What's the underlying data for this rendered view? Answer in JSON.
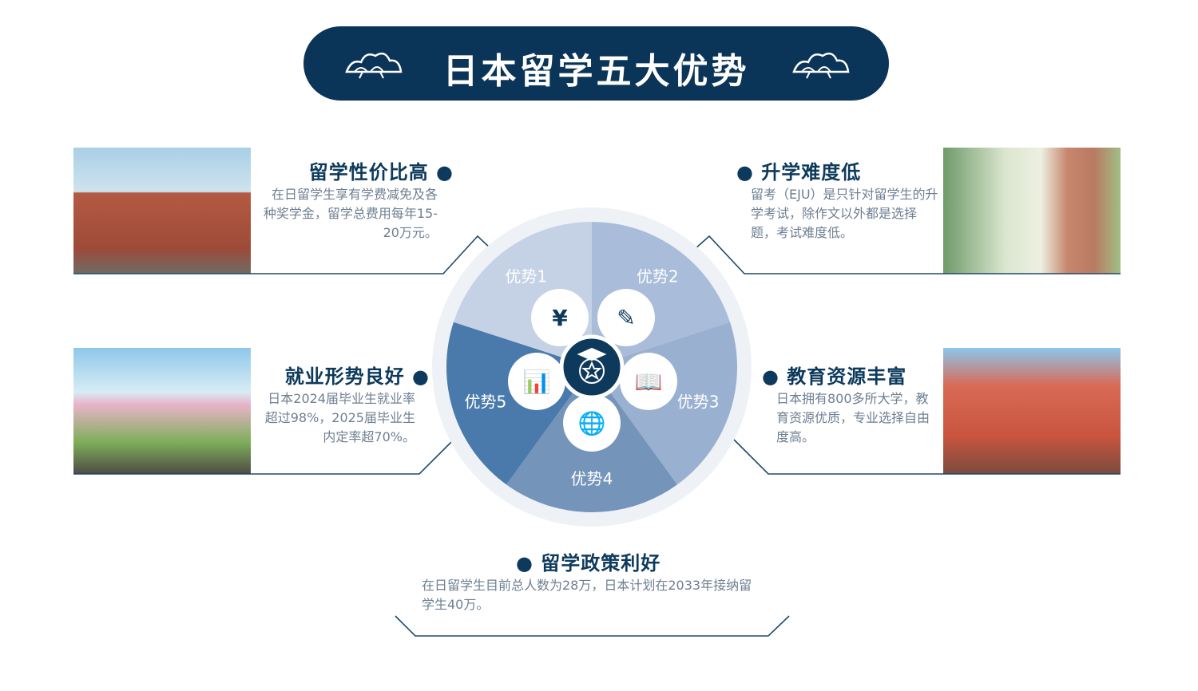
{
  "title": "日本留学五大优势",
  "advantages": [
    {
      "label": "优势1",
      "title": "留学性价比高",
      "desc": "在日留学生享有学费减免及各种奖学金，留学总费用每年15-20万元。",
      "icon": "wallet-yen-icon"
    },
    {
      "label": "优势2",
      "title": "升学难度低",
      "desc": "留考（EJU）是只针对留学生的升学考试，除作文以外都是选择题，考试难度低。",
      "icon": "document-pen-icon"
    },
    {
      "label": "优势3",
      "title": "教育资源丰富",
      "desc": "日本拥有800多所大学，教育资源优质，专业选择自由度高。",
      "icon": "open-book-icon"
    },
    {
      "label": "优势4",
      "title": "留学政策利好",
      "desc": "在日留学生目前总人数为28万，日本计划在2033年接纳留学生40万。",
      "icon": "globe-graduation-cap-icon"
    },
    {
      "label": "优势5",
      "title": "就业形势良好",
      "desc": "日本2024届毕业生就业率超过98%，2025届毕业生内定率超70%。",
      "icon": "person-growth-chart-icon"
    }
  ],
  "colors": {
    "primary": "#0b3558",
    "seg1": "#c5d2e5",
    "seg2": "#a9bcd9",
    "seg3": "#9ab0d0",
    "seg4": "#7594ba",
    "seg5": "#4a7aab",
    "ring": "#eef2f6"
  }
}
